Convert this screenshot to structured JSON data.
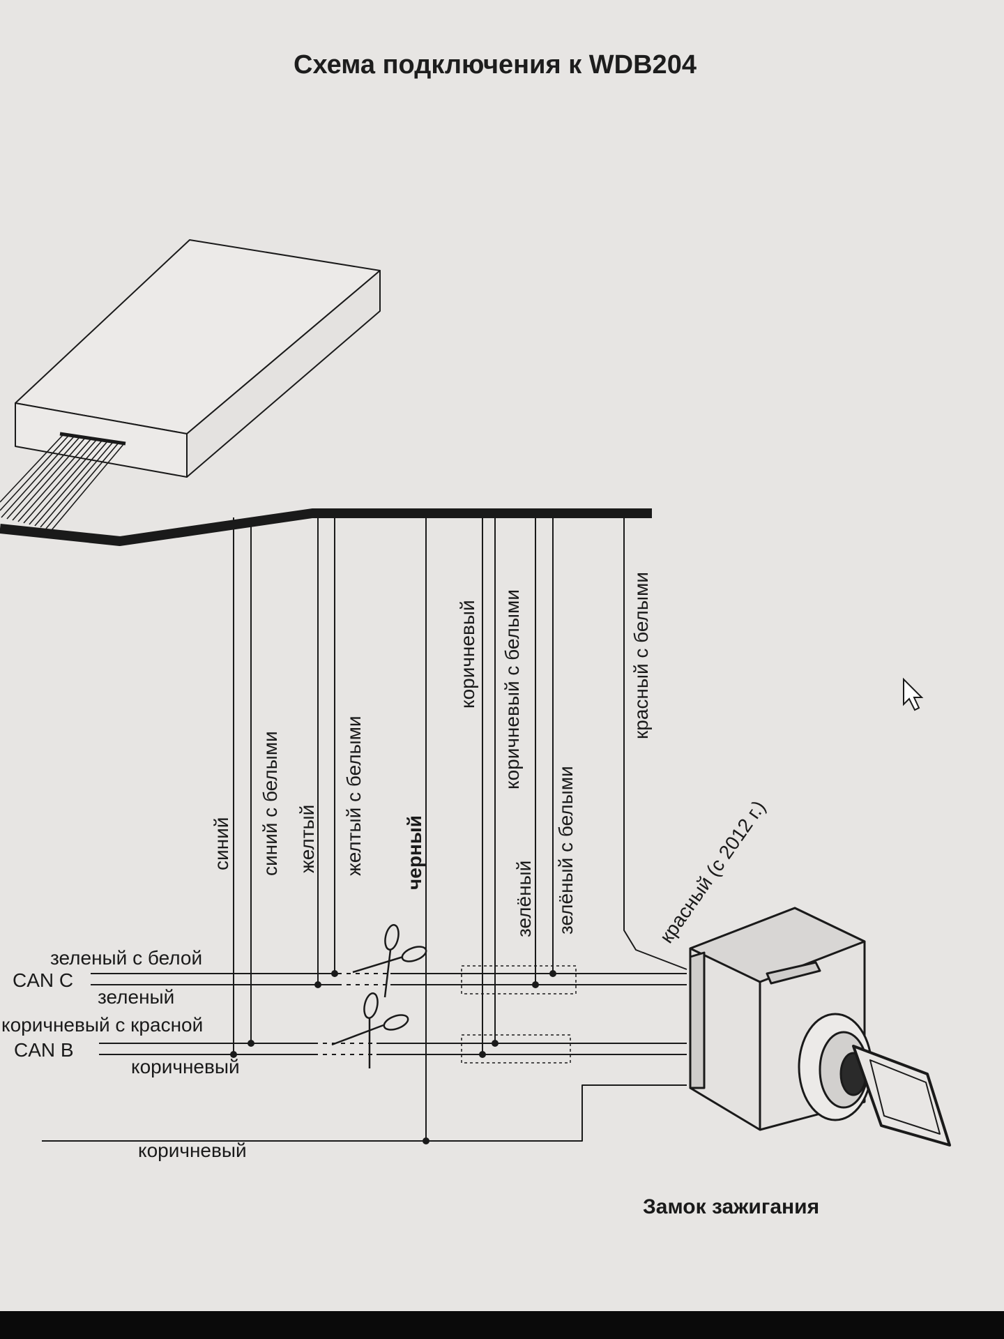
{
  "title": "Схема подключения к WDB204",
  "caption": "Замок зажигания",
  "wire_labels": {
    "siniy": "синий",
    "siniy_s_belymi": "синий с белыми",
    "zheltyi": "желтый",
    "zheltyi_s_belymi": "желтый с белыми",
    "chernyi": "черный",
    "korichnevyi_top": "коричневый",
    "korichnevyi_s_belymi": "коричневый с белыми",
    "zelenyi_top": "зелёный",
    "zelenyi_s_belymi_top": "зелёный с белыми",
    "krasnyi_s_belymi": "красный с белыми",
    "krasnyi_2012": "красный (с 2012 г.)"
  },
  "side_labels": {
    "zelenyi_s_beloi": "зеленый с белой",
    "can_c": "CAN C",
    "zelenyi": "зеленый",
    "korichnevyi_s_krasnoi": "коричневый с красной",
    "can_b": "CAN B",
    "korichnevyi_can": "коричневый",
    "korichnevyi_ground": "коричневый"
  },
  "colors": {
    "ink": "#1a1a1a",
    "paper": "#e7e5e3"
  },
  "icons": [
    "scissors-icon",
    "mouse-cursor-icon"
  ]
}
